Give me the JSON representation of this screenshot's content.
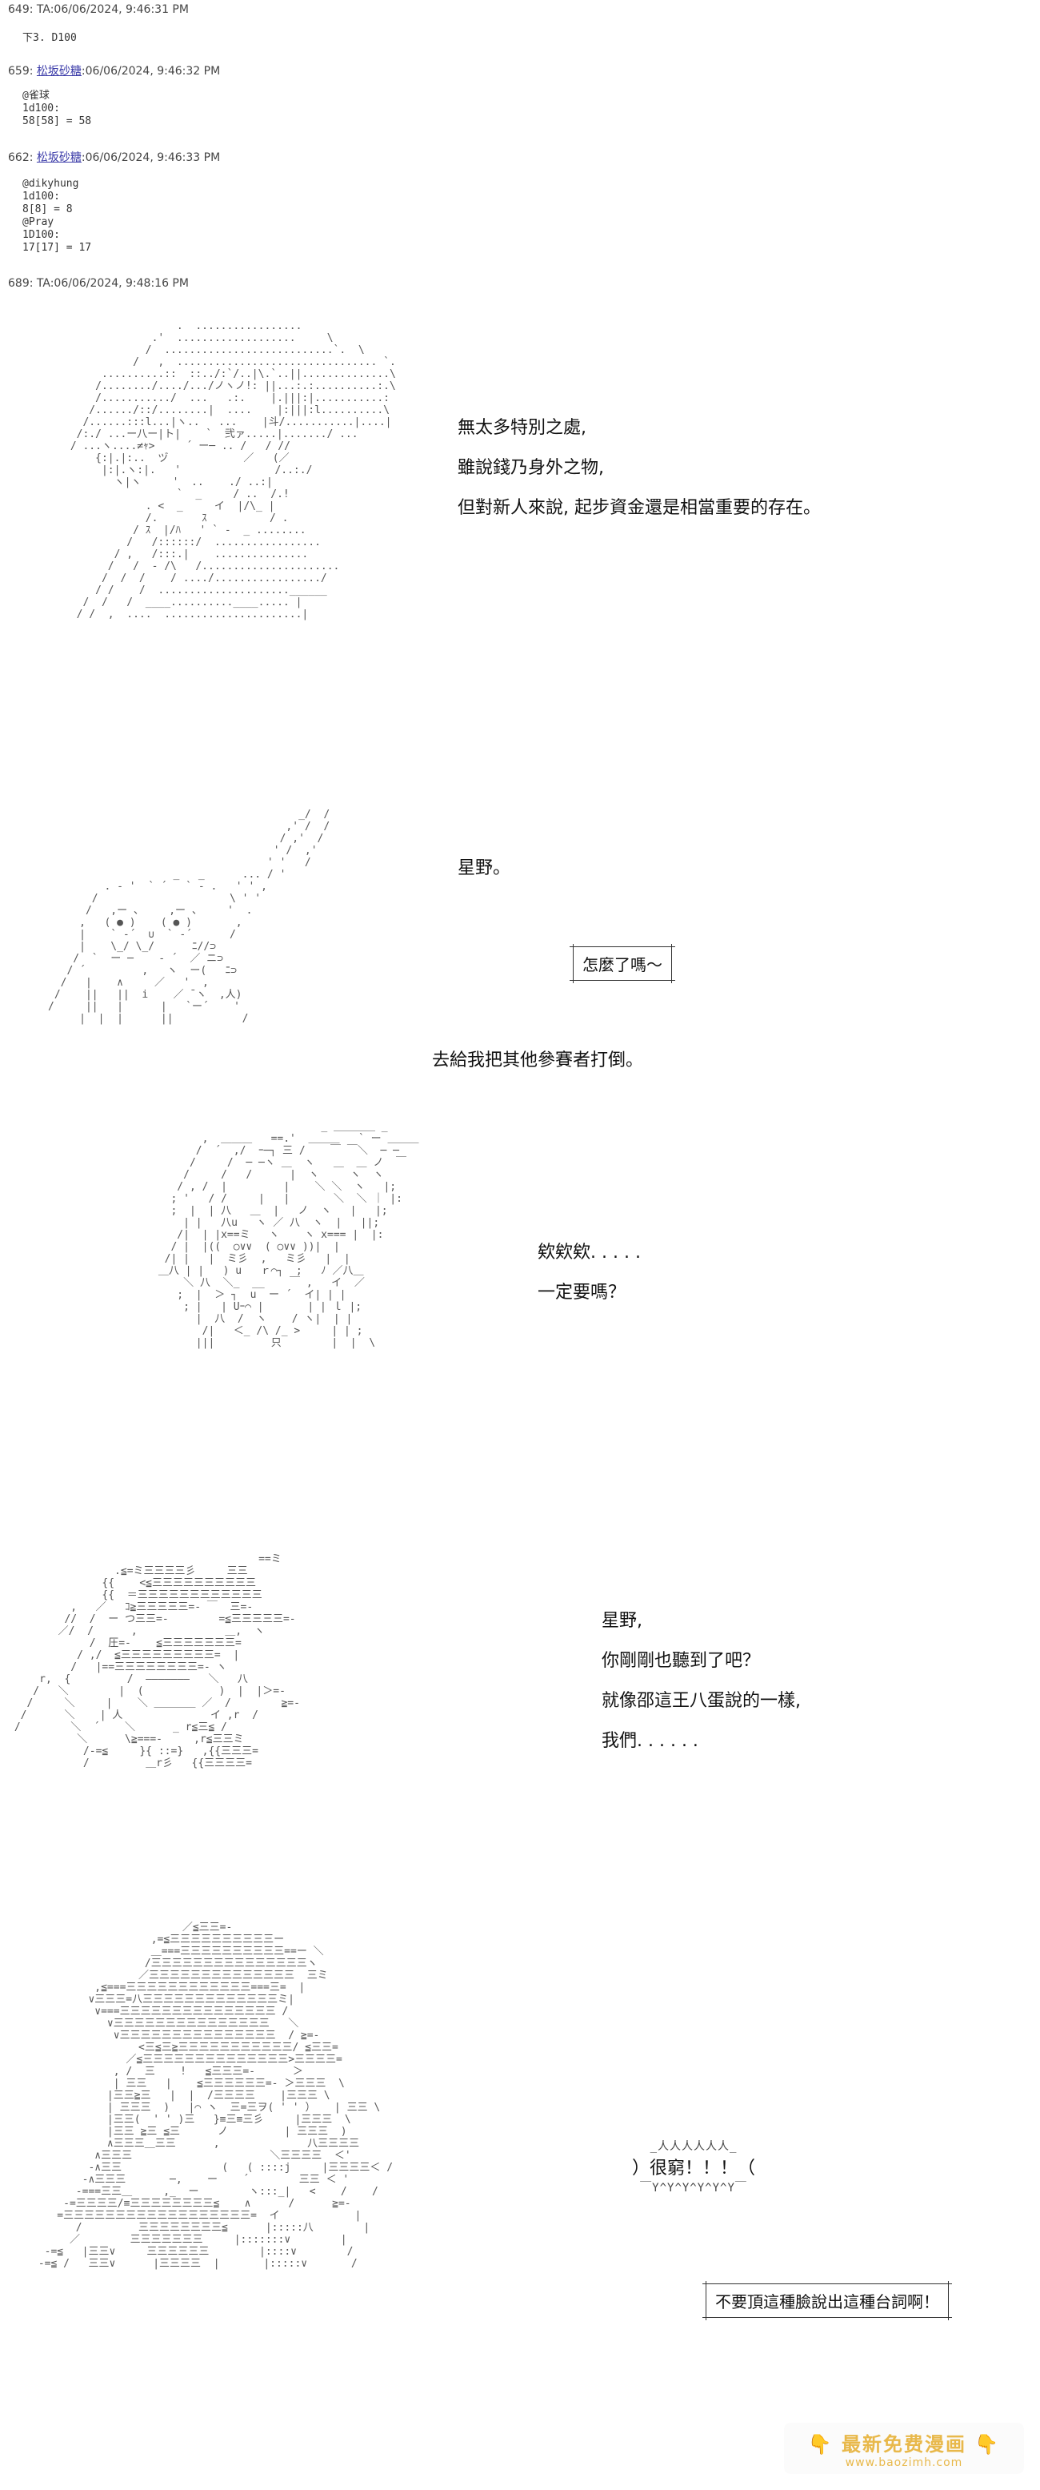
{
  "posts": [
    {
      "num": "649",
      "author": "TA",
      "time": "06/06/2024, 9:46:31 PM",
      "body": "下3. D100",
      "author_link": false
    },
    {
      "num": "659",
      "author": "松坂砂糖",
      "time": "06/06/2024, 9:46:32 PM",
      "body": "@雀球\n1d100:\n58[58] = 58",
      "author_link": true
    },
    {
      "num": "662",
      "author": "松坂砂糖",
      "time": "06/06/2024, 9:46:33 PM",
      "body": "@dikyhung\n1d100:\n8[8] = 8\n@Pray\n1D100:\n17[17] = 17",
      "author_link": true
    },
    {
      "num": "689",
      "author": "TA",
      "time": "06/06/2024, 9:48:16 PM",
      "body": "",
      "author_link": false
    }
  ],
  "panels": {
    "panel1": {
      "lines": [
        "無太多特別之處,",
        "雖說錢乃身外之物,",
        "但對新人來說, 起步資金還是相當重要的存在。"
      ]
    },
    "panel2": {
      "line1": "星野。",
      "bubble": "怎麼了嗎～",
      "line2": "去給我把其他參賽者打倒。"
    },
    "panel3": {
      "lines": [
        "欸欸欸. . . . .",
        "一定要嗎？"
      ]
    },
    "panel4": {
      "lines": [
        "星野,",
        "你剛剛也聽到了吧？",
        "就像邵這王八蛋說的一樣,",
        "我們. . . . . ."
      ]
    },
    "panel5": {
      "shout": "很窮！！！",
      "bubble": "不要頂這種臉說出這種台詞啊！"
    }
  },
  "watermark": {
    "title": "最新免费漫画",
    "url": "www.baozimh.com"
  },
  "colors": {
    "author_link": "#3a3aa8",
    "watermark": "#e8b84a"
  }
}
